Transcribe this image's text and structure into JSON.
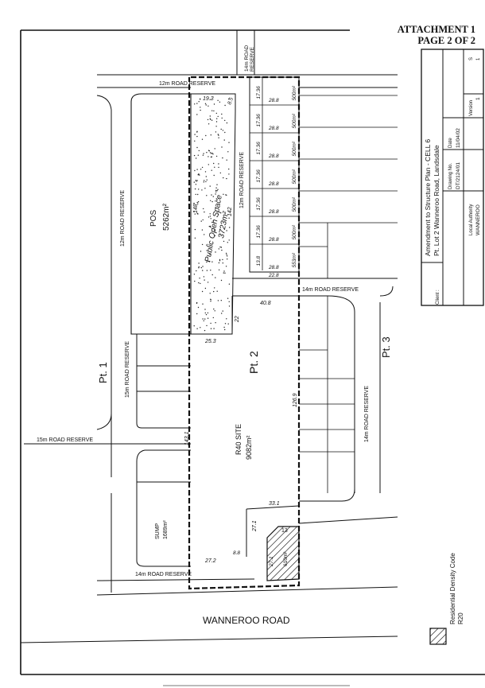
{
  "header": {
    "line1": "ATTACHMENT 1",
    "line2": "PAGE 2 OF 2"
  },
  "title_block": {
    "title_line1": "Amendment to Structure Plan - CELL 6",
    "title_line2": "Pt. Lot 2 Wanneroo Road, Landsdale",
    "client_label": "Client :",
    "drawing_no_label": "Drawing No.",
    "drawing_no": "DT/2124/01",
    "date_label": "Date",
    "date": "11/04/02",
    "version_label": "Version",
    "version": "1",
    "authority_label": "Local Authority",
    "authority": "WANNEROO",
    "sheet_label": "S",
    "sheet_value": "1"
  },
  "roads": {
    "road_12m_top": "12m ROAD RESERVE",
    "road_14m_top_1": "14m ROAD",
    "road_14m_top_2": "RESERVE",
    "road_12m_left": "12m ROAD RESERVE",
    "road_15m_vertical": "15m ROAD RESERVE",
    "road_15m_horizontal": "15m ROAD RESERVE",
    "road_12m_lots": "12m ROAD RESERVE",
    "road_14m_mid": "14m ROAD RESERVE",
    "road_14m_right": "14m ROAD RESERVE",
    "road_14m_bottom": "14m ROAD RESERVE",
    "wanneroo": "WANNEROO ROAD"
  },
  "parcels": {
    "pt1": "Pt. 1",
    "pt2": "Pt. 2",
    "pt3": "Pt. 3",
    "pos_label": "POS",
    "pos_area": "5262m²",
    "public_open_space": "Public Open Space",
    "public_area": "3723m²",
    "r40_label": "R40 SITE",
    "r40_area": "9082m²",
    "sump_label": "SUMP",
    "sump_area": "1689m²",
    "corner_area": "610m²"
  },
  "lots": [
    {
      "width": "17.36",
      "depth": "28.8",
      "area": "500m²"
    },
    {
      "width": "17.36",
      "depth": "28.8",
      "area": "500m²"
    },
    {
      "width": "17.36",
      "depth": "28.8",
      "area": "500m²"
    },
    {
      "width": "17.36",
      "depth": "28.8",
      "area": "500m²"
    },
    {
      "width": "17.36",
      "depth": "28.8",
      "area": "500m²"
    },
    {
      "width": "17.36",
      "depth": "28.8",
      "area": "500m²"
    },
    {
      "width": "13.8",
      "depth": "28.8",
      "area": "553m²",
      "bottom": "22.8"
    }
  ],
  "dimensions": {
    "d_19_3": "19.3",
    "d_8_5": "8.5",
    "d_148": "148",
    "d_142": "142",
    "d_40_8": "40.8",
    "d_22": "22",
    "d_25_3": "25.3",
    "d_126_9": "126.9",
    "d_143_1": "143.1",
    "d_33_1": "33.1",
    "d_27_1a": "27.1",
    "d_27_1b": "27.1",
    "d_13": "13",
    "d_27_2": "27.2",
    "d_8_8": "8.8"
  },
  "legend": {
    "label": "Residential Density Code",
    "code": "R20"
  }
}
